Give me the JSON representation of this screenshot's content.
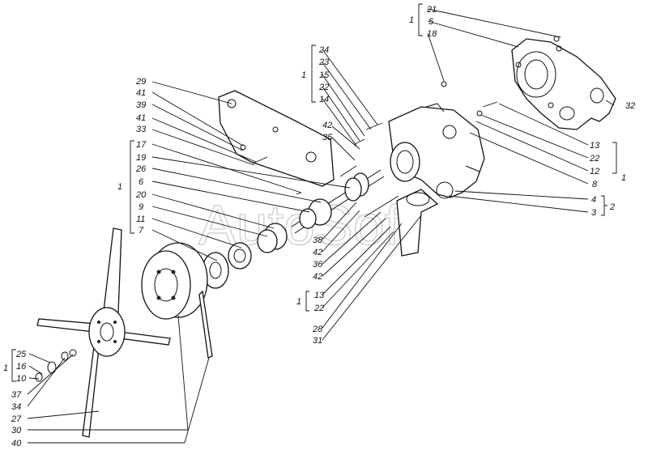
{
  "watermark": "AutoSoft",
  "labels": [
    {
      "id": "21a",
      "text": "21"
    },
    {
      "id": "5a",
      "text": "5"
    },
    {
      "id": "18a",
      "text": "18"
    },
    {
      "id": "g1a",
      "text": "1"
    },
    {
      "id": "24",
      "text": "24"
    },
    {
      "id": "23",
      "text": "23"
    },
    {
      "id": "15",
      "text": "15"
    },
    {
      "id": "22a",
      "text": "22"
    },
    {
      "id": "14",
      "text": "14"
    },
    {
      "id": "g1b",
      "text": "1"
    },
    {
      "id": "29",
      "text": "29"
    },
    {
      "id": "41a",
      "text": "41"
    },
    {
      "id": "39",
      "text": "39"
    },
    {
      "id": "41b",
      "text": "41"
    },
    {
      "id": "33",
      "text": "33"
    },
    {
      "id": "42a",
      "text": "42"
    },
    {
      "id": "35",
      "text": "35"
    },
    {
      "id": "17",
      "text": "17"
    },
    {
      "id": "19",
      "text": "19"
    },
    {
      "id": "26",
      "text": "26"
    },
    {
      "id": "6",
      "text": "6"
    },
    {
      "id": "20",
      "text": "20"
    },
    {
      "id": "9",
      "text": "9"
    },
    {
      "id": "11",
      "text": "11"
    },
    {
      "id": "7",
      "text": "7"
    },
    {
      "id": "g1c",
      "text": "1"
    },
    {
      "id": "32",
      "text": "32"
    },
    {
      "id": "13a",
      "text": "13"
    },
    {
      "id": "22b",
      "text": "22"
    },
    {
      "id": "12",
      "text": "12"
    },
    {
      "id": "8",
      "text": "8"
    },
    {
      "id": "g1d",
      "text": "1"
    },
    {
      "id": "4",
      "text": "4"
    },
    {
      "id": "3",
      "text": "3"
    },
    {
      "id": "g2",
      "text": "2"
    },
    {
      "id": "38",
      "text": "38"
    },
    {
      "id": "42b",
      "text": "42"
    },
    {
      "id": "36",
      "text": "36"
    },
    {
      "id": "42c",
      "text": "42"
    },
    {
      "id": "13b",
      "text": "13"
    },
    {
      "id": "22c",
      "text": "22"
    },
    {
      "id": "g1e",
      "text": "1"
    },
    {
      "id": "28",
      "text": "28"
    },
    {
      "id": "31",
      "text": "31"
    },
    {
      "id": "25",
      "text": "25"
    },
    {
      "id": "16",
      "text": "16"
    },
    {
      "id": "10",
      "text": "10"
    },
    {
      "id": "g1f",
      "text": "1"
    },
    {
      "id": "37",
      "text": "37"
    },
    {
      "id": "34",
      "text": "34"
    },
    {
      "id": "27",
      "text": "27"
    },
    {
      "id": "30",
      "text": "30"
    },
    {
      "id": "40",
      "text": "40"
    }
  ]
}
